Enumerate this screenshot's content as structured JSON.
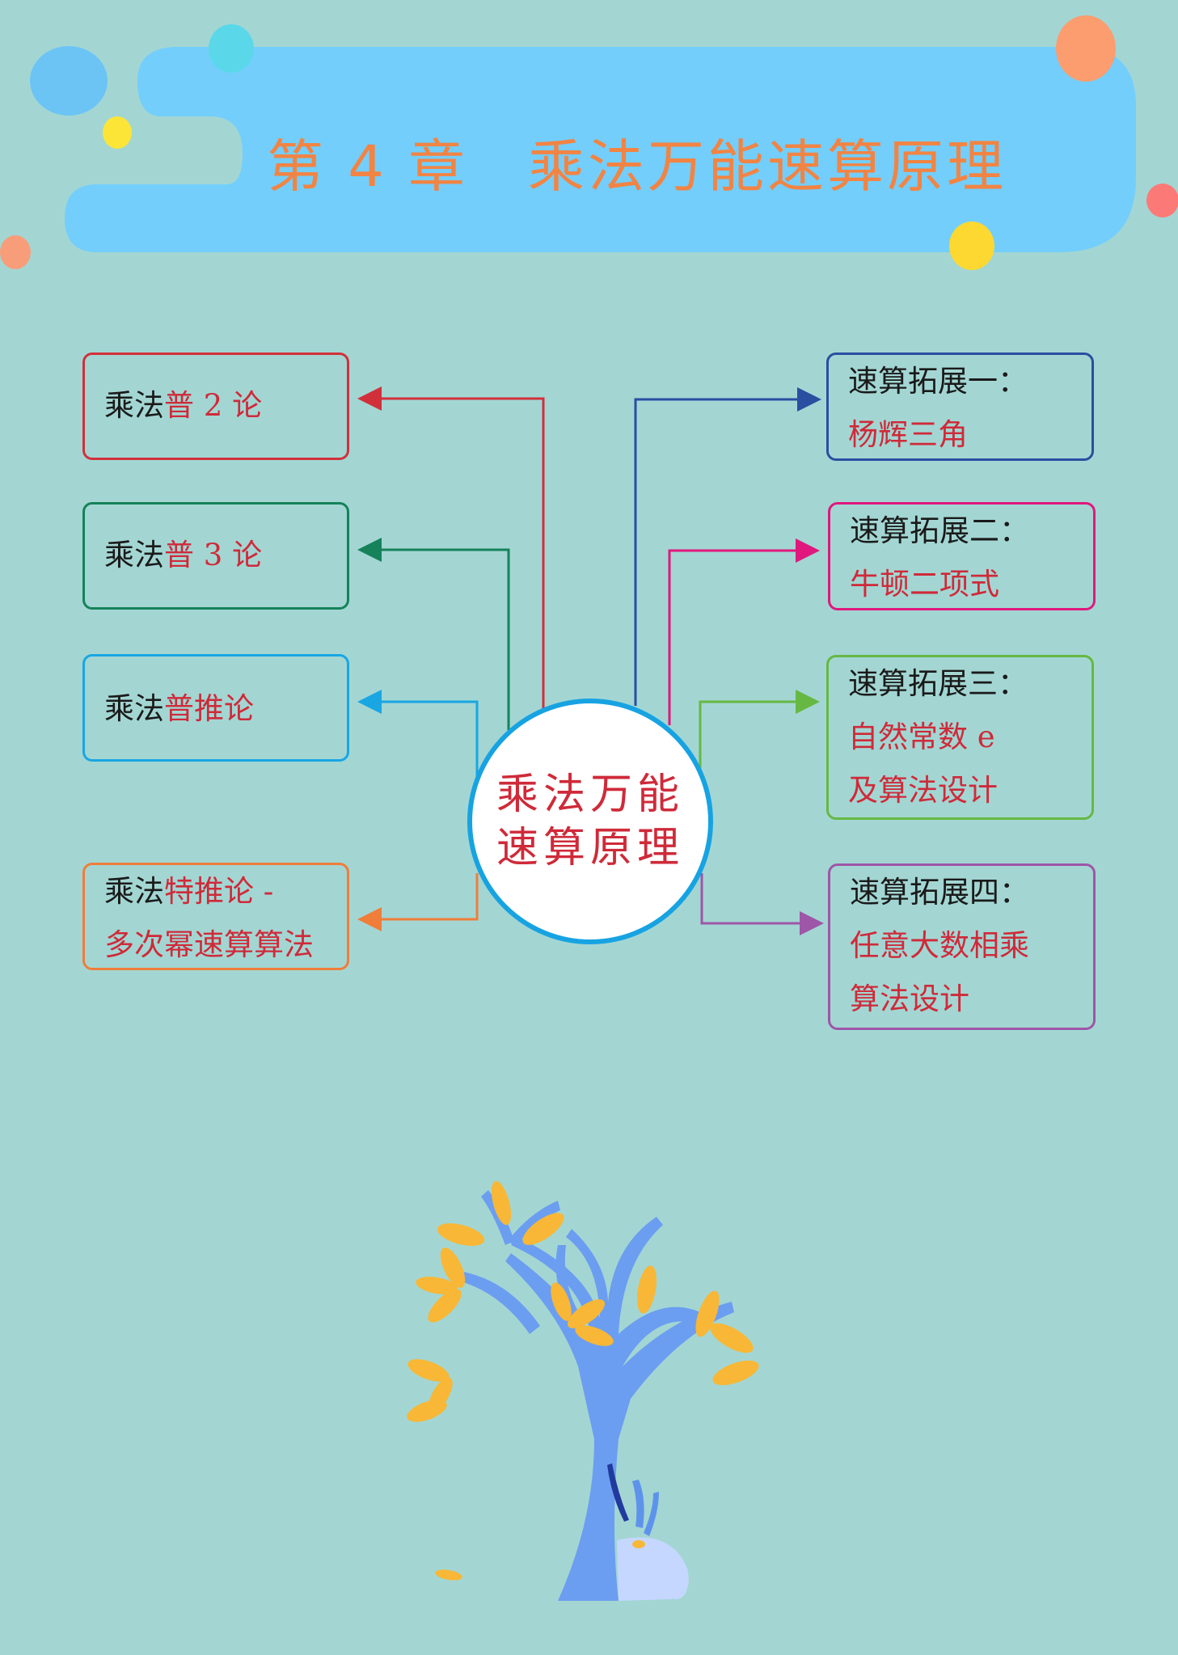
{
  "chapter_title": "第 4 章　乘法万能速算原理",
  "center": {
    "line1": "乘法万能",
    "line2": "速算原理"
  },
  "left_nodes": [
    {
      "prefix": "乘法",
      "highlight": "普 2 论",
      "line2": "",
      "color": "#d1303b"
    },
    {
      "prefix": "乘法",
      "highlight": "普 3 论",
      "line2": "",
      "color": "#15825a"
    },
    {
      "prefix": "乘法",
      "highlight": "普推论",
      "line2": "",
      "color": "#19a6e3"
    },
    {
      "prefix": "乘法",
      "highlight": "特推论 -",
      "line2": "多次幂速算算法",
      "color": "#f07d3a"
    }
  ],
  "right_nodes": [
    {
      "label": "速算拓展一：",
      "lines": [
        "杨辉三角"
      ],
      "color": "#2a4ea0"
    },
    {
      "label": "速算拓展二：",
      "lines": [
        "牛顿二项式"
      ],
      "color": "#e0187d"
    },
    {
      "label": "速算拓展三：",
      "lines": [
        "自然常数 e",
        "及算法设计"
      ],
      "color": "#66b843"
    },
    {
      "label": "速算拓展四：",
      "lines": [
        "任意大数相乘",
        "算法设计"
      ],
      "color": "#9e56a8"
    }
  ],
  "decorations": {
    "banner_color": "#73cefb",
    "tree_icon": "tree-with-rabbit",
    "leaf_color": "#f8b736",
    "trunk_color": "#6b9ef0"
  }
}
